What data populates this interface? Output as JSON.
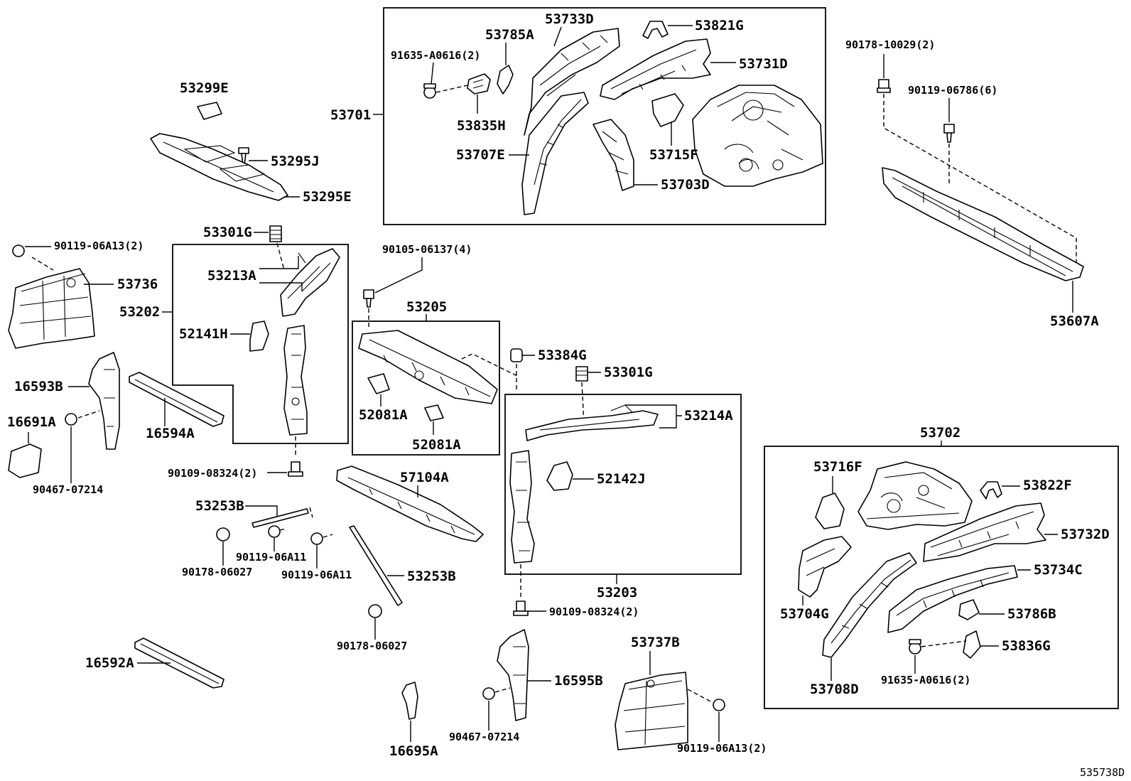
{
  "diagram": {
    "reference_code": "535738D",
    "labels": {
      "p53701": "53701",
      "p53733D": "53733D",
      "p53821G": "53821G",
      "p53785A": "53785A",
      "p91635_top": "91635-A0616(2)",
      "p53731D": "53731D",
      "p53835H": "53835H",
      "p53707E": "53707E",
      "p53715F": "53715F",
      "p53703D": "53703D",
      "p53299E": "53299E",
      "p53295J": "53295J",
      "p53295E": "53295E",
      "p90178_10029": "90178-10029(2)",
      "p90119_06786": "90119-06786(6)",
      "p53607A": "53607A",
      "p90119_06A13_top": "90119-06A13(2)",
      "p53736": "53736",
      "p53301G_a": "53301G",
      "p53213A": "53213A",
      "p53202": "53202",
      "p52141H": "52141H",
      "p16593B": "16593B",
      "p16691A": "16691A",
      "p16594A": "16594A",
      "p90467_left": "90467-07214",
      "p90109_left": "90109-08324(2)",
      "p90105_06137": "90105-06137(4)",
      "p53205": "53205",
      "p52081A_a": "52081A",
      "p52081A_b": "52081A",
      "p53384G": "53384G",
      "p53301G_b": "53301G",
      "p53214A": "53214A",
      "p52142J": "52142J",
      "p53203": "53203",
      "p57104A": "57104A",
      "p53253B_a": "53253B",
      "p53253B_b": "53253B",
      "p90178_06027_a": "90178-06027",
      "p90178_06027_b": "90178-06027",
      "p90119_06A11_a": "90119-06A11",
      "p90119_06A11_b": "90119-06A11",
      "p90109_right": "90109-08324(2)",
      "p16592A": "16592A",
      "p16595B": "16595B",
      "p90467_right": "90467-07214",
      "p16695A": "16695A",
      "p53737B": "53737B",
      "p90119_06A13_bottom": "90119-06A13(2)",
      "p53702": "53702",
      "p53716F": "53716F",
      "p53822F": "53822F",
      "p53732D": "53732D",
      "p53734C": "53734C",
      "p53704G": "53704G",
      "p53786B": "53786B",
      "p53836G": "53836G",
      "p91635_bottom": "91635-A0616(2)",
      "p53708D": "53708D"
    }
  }
}
